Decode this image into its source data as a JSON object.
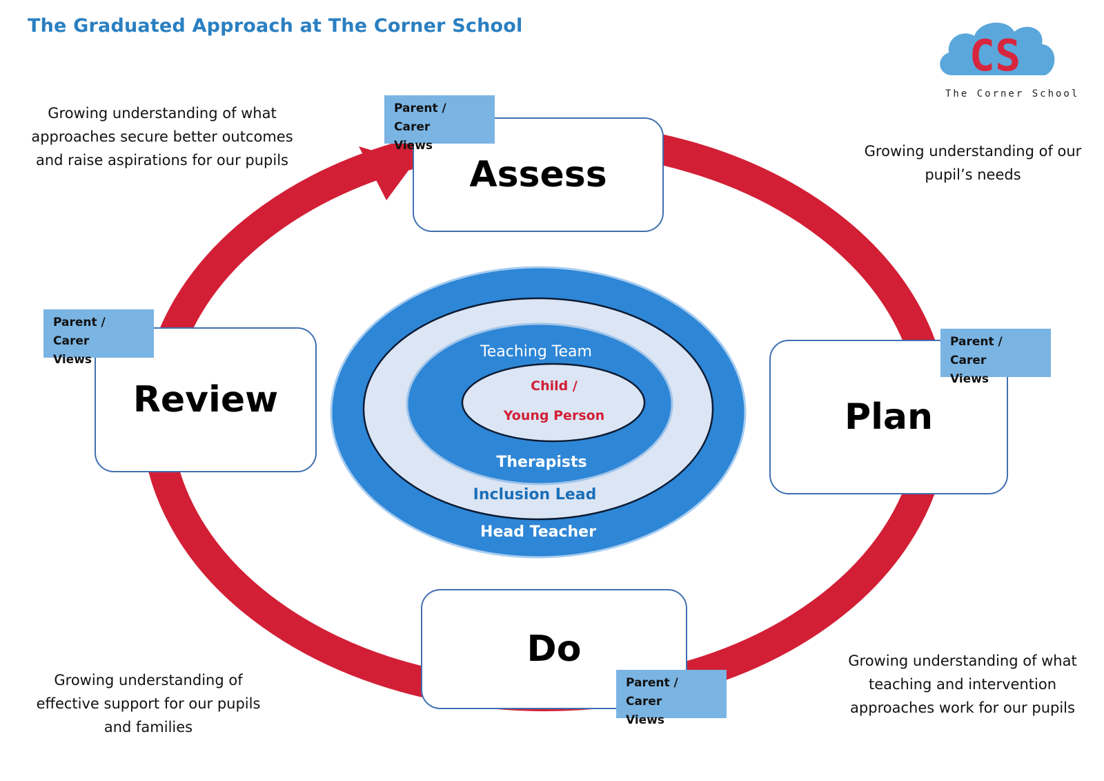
{
  "title": "The Graduated Approach at The Corner School",
  "logo": {
    "monogram": "CS",
    "name": "The Corner School",
    "cloud_color": "#5aa7dc",
    "letter_color": "#d7263d"
  },
  "colors": {
    "cycle_red": "#d21f35",
    "ring_dark_blue": "#2e86d6",
    "ring_light": "#dbe5f4",
    "accent_title": "#2a7fc1"
  },
  "stages": {
    "assess": "Assess",
    "plan": "Plan",
    "do": "Do",
    "review": "Review"
  },
  "parent_carer_label": "Parent / Carer\nViews",
  "center_rings": {
    "outer": "Head Teacher",
    "second": "Inclusion Lead",
    "third_top": "Teaching Team",
    "third_bottom": "Therapists",
    "core_line1": "Child /",
    "core_line2": "Young Person"
  },
  "notes": {
    "top_left": "Growing understanding of what approaches secure better outcomes and raise aspirations for our pupils",
    "top_right": "Growing understanding of our pupil’s needs",
    "bottom_left": "Growing understanding of effective support for our pupils and families",
    "bottom_right": "Growing understanding of what teaching and intervention approaches work for our pupils"
  }
}
